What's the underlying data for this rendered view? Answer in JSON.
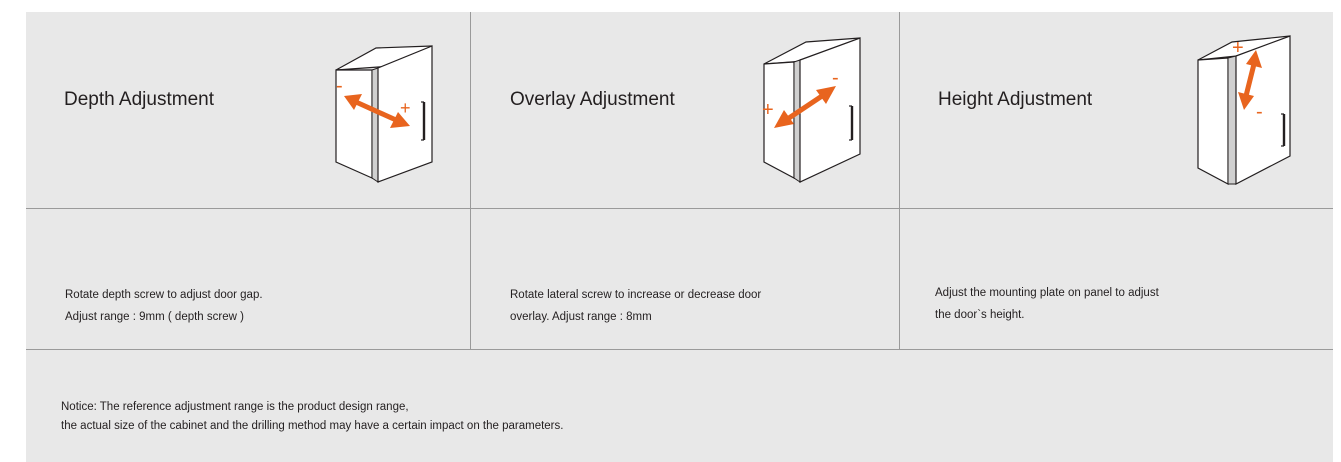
{
  "colors": {
    "accent": "#e8641e",
    "panel_bg": "#e8e8e8",
    "divider": "#9a9a9a",
    "text": "#231f20"
  },
  "columns": [
    {
      "title": "Depth Adjustment",
      "icon": "cabinet-depth-arrow-icon",
      "minus": "-",
      "plus": "+",
      "desc_lines": [
        "Rotate depth screw to adjust door gap.",
        "Adjust range : 9mm ( depth screw )"
      ]
    },
    {
      "title": "Overlay Adjustment",
      "icon": "cabinet-overlay-arrow-icon",
      "minus": "-",
      "plus": "+",
      "desc_lines": [
        "Rotate lateral screw to increase or decrease door",
        "overlay. Adjust range : 8mm"
      ]
    },
    {
      "title": "Height Adjustment",
      "icon": "cabinet-height-arrow-icon",
      "minus": "-",
      "plus": "+",
      "desc_lines": [
        "Adjust the mounting plate on panel to adjust",
        "the door`s height."
      ]
    }
  ],
  "notice_lines": [
    "Notice: The reference adjustment range is the product design range,",
    "the actual size of the cabinet and the drilling method may have a certain impact on the parameters."
  ]
}
